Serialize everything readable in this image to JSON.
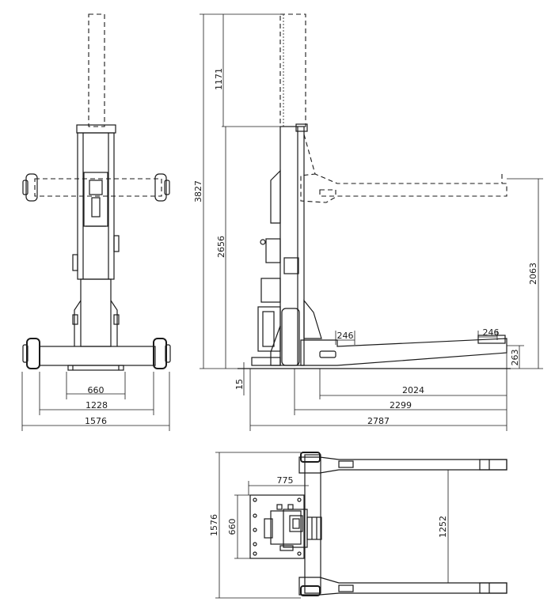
{
  "drawing": {
    "front_view": {
      "dims": {
        "pad_spacing": "660",
        "wheel_inner": "1228",
        "overall_width": "1576"
      }
    },
    "side_view": {
      "dims": {
        "total_height": "3827",
        "extension": "1171",
        "column_height": "2656",
        "lift_height": "2063",
        "fork_tip": "246",
        "fork_heel": "246",
        "fork_thickness": "263",
        "ground_clearance": "15",
        "fork_length": "2024",
        "base_to_tip": "2299",
        "overall_length": "2787"
      }
    },
    "top_view": {
      "dims": {
        "column_offset": "775",
        "overall_width": "1576",
        "plate_width": "660",
        "fork_spacing": "1252"
      }
    }
  }
}
